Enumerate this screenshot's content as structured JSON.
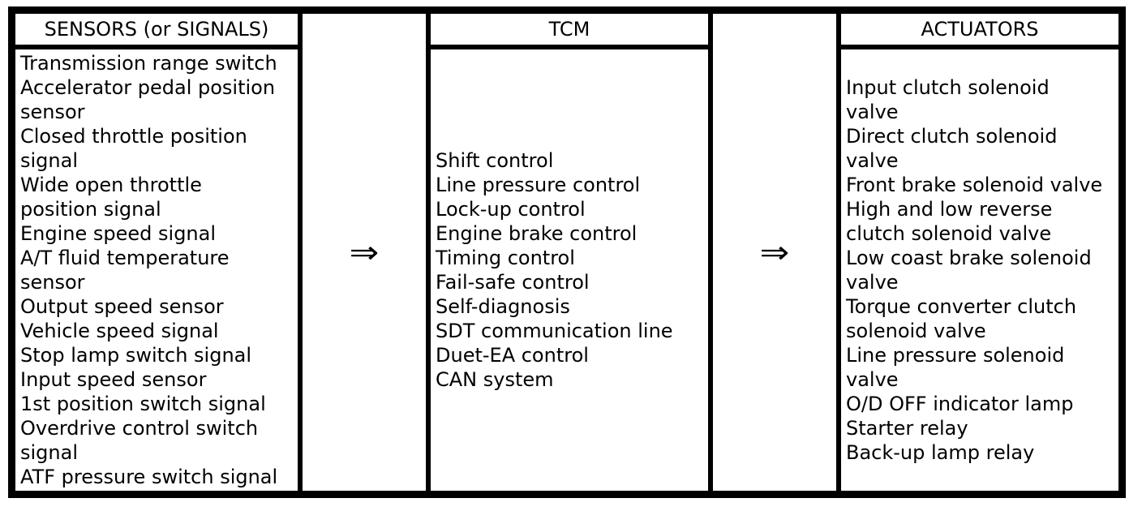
{
  "diagram": {
    "arrow_symbol": "⇒",
    "colors": {
      "border": "#000000",
      "text": "#000000",
      "background": "#ffffff"
    },
    "columns": [
      {
        "id": "sensors",
        "header": "SENSORS (or SIGNALS)",
        "items": [
          "Transmission range switch",
          "Accelerator pedal position\nsensor",
          "Closed throttle position\nsignal",
          "Wide open throttle\nposition signal",
          "Engine speed signal",
          "A/T fluid temperature\nsensor",
          "Output speed sensor",
          "Vehicle speed signal",
          "Stop lamp switch signal",
          "Input speed sensor",
          "1st position switch signal",
          "Overdrive control switch\nsignal",
          "ATF pressure switch signal"
        ]
      },
      {
        "id": "tcm",
        "header": "TCM",
        "items": [
          "Shift control",
          "Line pressure control",
          "Lock-up control",
          "Engine brake control",
          "Timing control",
          "Fail-safe control",
          "Self-diagnosis",
          "SDT communication line",
          "Duet-EA control",
          "CAN system"
        ]
      },
      {
        "id": "actuators",
        "header": "ACTUATORS",
        "items": [
          "Input clutch solenoid\nvalve",
          "Direct clutch solenoid\nvalve",
          "Front brake solenoid valve",
          "High and low reverse\nclutch solenoid valve",
          "Low coast brake solenoid\nvalve",
          "Torque converter clutch\nsolenoid valve",
          "Line pressure solenoid\nvalve",
          "O/D OFF indicator lamp",
          "Starter relay",
          "Back-up lamp relay"
        ]
      }
    ]
  }
}
